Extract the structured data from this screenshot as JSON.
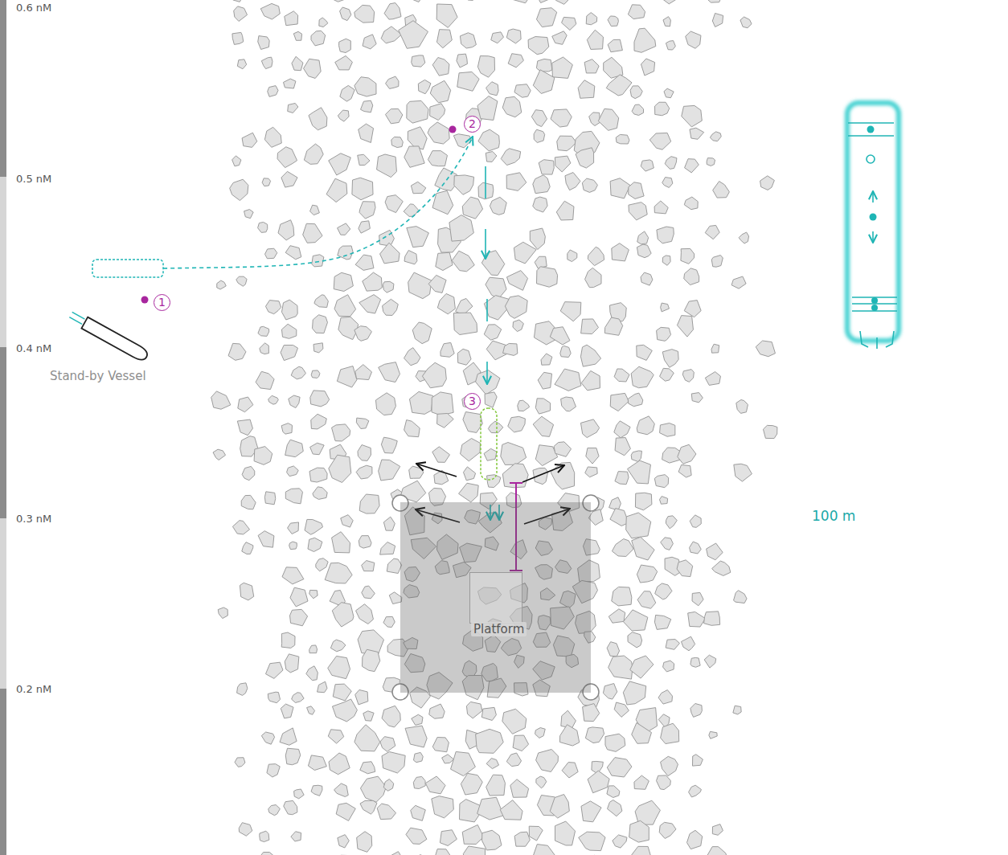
{
  "diagram": {
    "nodes": [
      {
        "text": [
          "Stand-by Vessel"
        ]
      },
      {
        "text": [
          "Platform"
        ]
      }
    ],
    "labels": [
      "0.6 nM",
      "0.5 nM",
      "0.4 nM",
      "0.3 nM",
      "0.2 nM",
      "2",
      "1",
      "3",
      "100 m"
    ]
  }
}
